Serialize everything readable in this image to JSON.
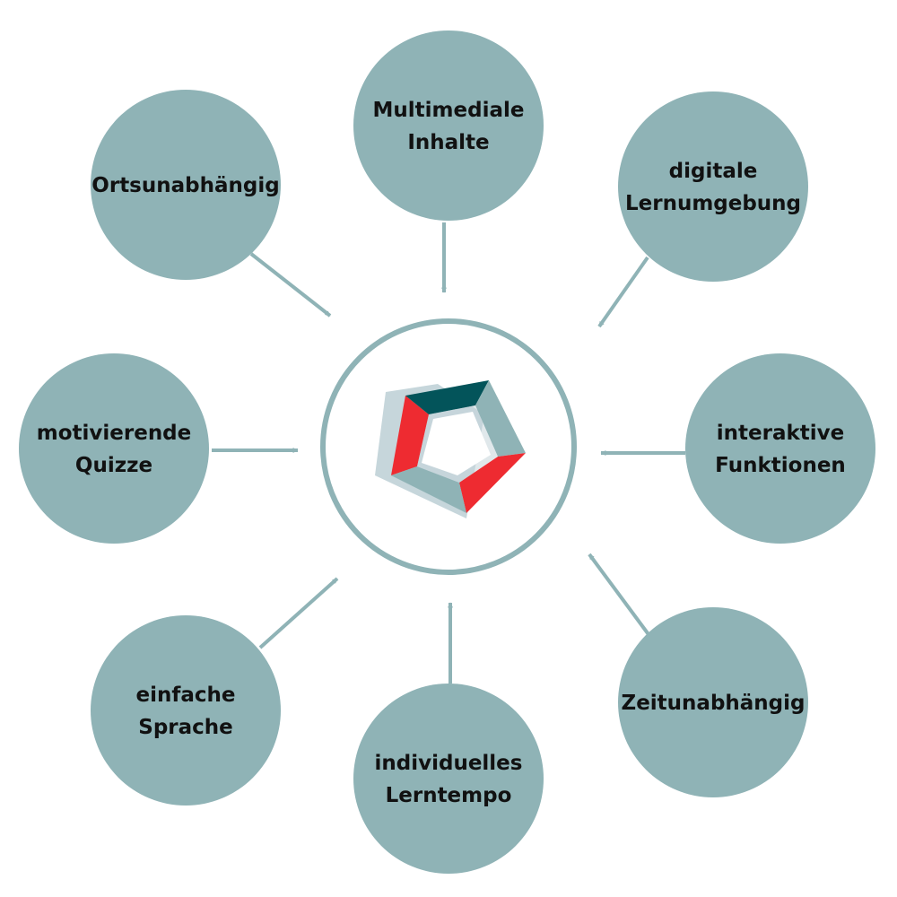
{
  "colors": {
    "node_fill": "#8fb3b6",
    "arrow": "#8fb3b6",
    "ring": "#8fb3b6",
    "text": "#111111",
    "logo_red": "#ee2b31",
    "logo_dark": "#03545a",
    "logo_teal": "#8fb3b6",
    "logo_light": "#c6d6db"
  },
  "center": {
    "logo_icon": "pentagon-ring-logo-icon"
  },
  "nodes": [
    {
      "id": "multimediale-inhalte",
      "lines": [
        "Multimediale",
        "Inhalte"
      ]
    },
    {
      "id": "digitale-lernumgebung",
      "lines": [
        "digitale",
        "Lernumgebung"
      ]
    },
    {
      "id": "interaktive-funktionen",
      "lines": [
        "interaktive",
        "Funktionen"
      ]
    },
    {
      "id": "zeitunabhaengig",
      "lines": [
        "Zeitunabhängig"
      ]
    },
    {
      "id": "individuelles-lerntempo",
      "lines": [
        "individuelles",
        "Lerntempo"
      ]
    },
    {
      "id": "einfache-sprache",
      "lines": [
        "einfache",
        "Sprache"
      ]
    },
    {
      "id": "motivierende-quizze",
      "lines": [
        "motivierende",
        "Quizze"
      ]
    },
    {
      "id": "ortsunabhaengig",
      "lines": [
        "Ortsunabhängig"
      ]
    }
  ]
}
